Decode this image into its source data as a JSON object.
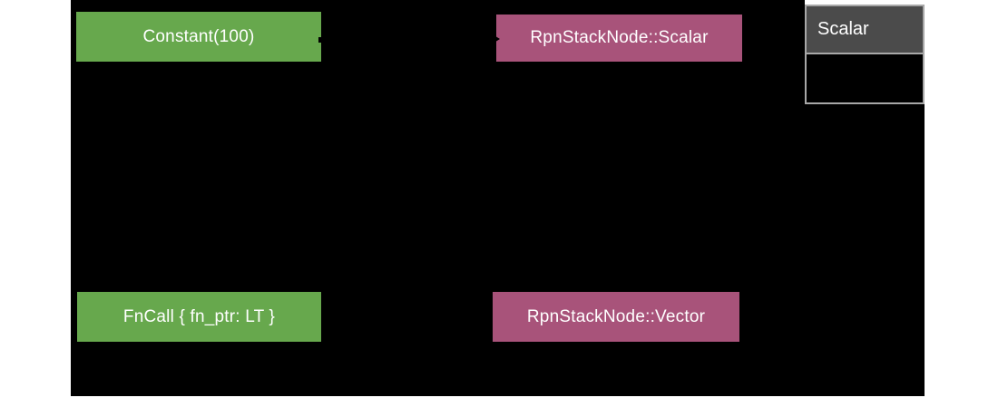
{
  "diagram": {
    "page_background": "#ffffff",
    "canvas_background": "#000000",
    "colors": {
      "node_green": "#67a84d",
      "node_pink": "#a8537a",
      "node_text": "#ffffff",
      "table_header_bg": "#4b4b4b",
      "table_border": "#a8a8a8",
      "table_body_bg": "#000000",
      "edge": "#000000"
    },
    "nodes": [
      {
        "id": "constant",
        "label": "Constant(100)",
        "color": "#67a84d"
      },
      {
        "id": "rpn-stack-node-scalar",
        "label": "RpnStackNode::Scalar",
        "color": "#a8537a"
      },
      {
        "id": "fncall",
        "label": "FnCall { fn_ptr: LT }",
        "color": "#67a84d"
      },
      {
        "id": "rpn-stack-node-vector",
        "label": "RpnStackNode::Vector",
        "color": "#a8537a"
      }
    ],
    "table": {
      "header": "Scalar",
      "empty_rows": 1
    }
  }
}
